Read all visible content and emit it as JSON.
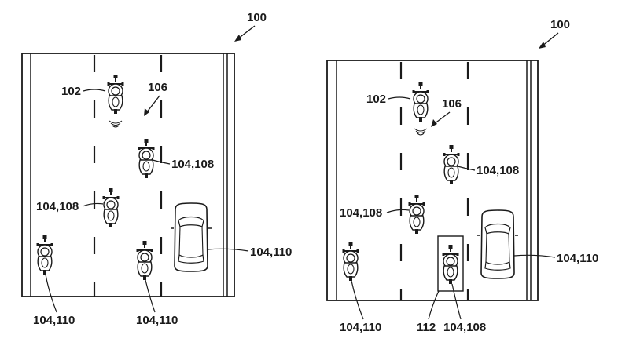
{
  "left_figure": {
    "figure_ref": "100",
    "rider_ref": "102",
    "signal_ref": "106",
    "moto_mid_right": "104,108",
    "moto_mid_left": "104,108",
    "car_ref": "104,110",
    "moto_bottom_left": "104,110",
    "moto_bottom_mid": "104,110"
  },
  "right_figure": {
    "figure_ref": "100",
    "rider_ref": "102",
    "signal_ref": "106",
    "moto_mid_right": "104,108",
    "moto_mid_left": "104,108",
    "car_ref": "104,110",
    "moto_bottom_left": "104,110",
    "box_ref": "112",
    "moto_boxed": "104,108"
  }
}
